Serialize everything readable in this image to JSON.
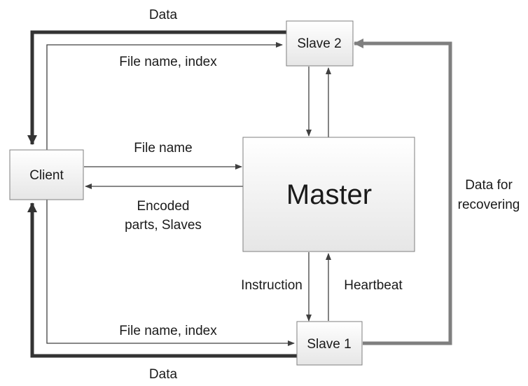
{
  "nodes": {
    "client": "Client",
    "master": "Master",
    "slave1": "Slave 1",
    "slave2": "Slave 2"
  },
  "edges": {
    "data_top": "Data",
    "file_index_top": "File name, index",
    "file_name": "File name",
    "encoded_line1": "Encoded",
    "encoded_line2": "parts, Slaves",
    "recover_line1": "Data for",
    "recover_line2": "recovering",
    "instruction": "Instruction",
    "heartbeat": "Heartbeat",
    "file_index_bottom": "File name, index",
    "data_bottom": "Data"
  },
  "colors": {
    "thin_arrow": "#404040",
    "thick_data": "#333333",
    "recovery": "#7f7f7f",
    "box_fill_top": "#ffffff",
    "box_fill_bottom": "#e6e6e6"
  }
}
